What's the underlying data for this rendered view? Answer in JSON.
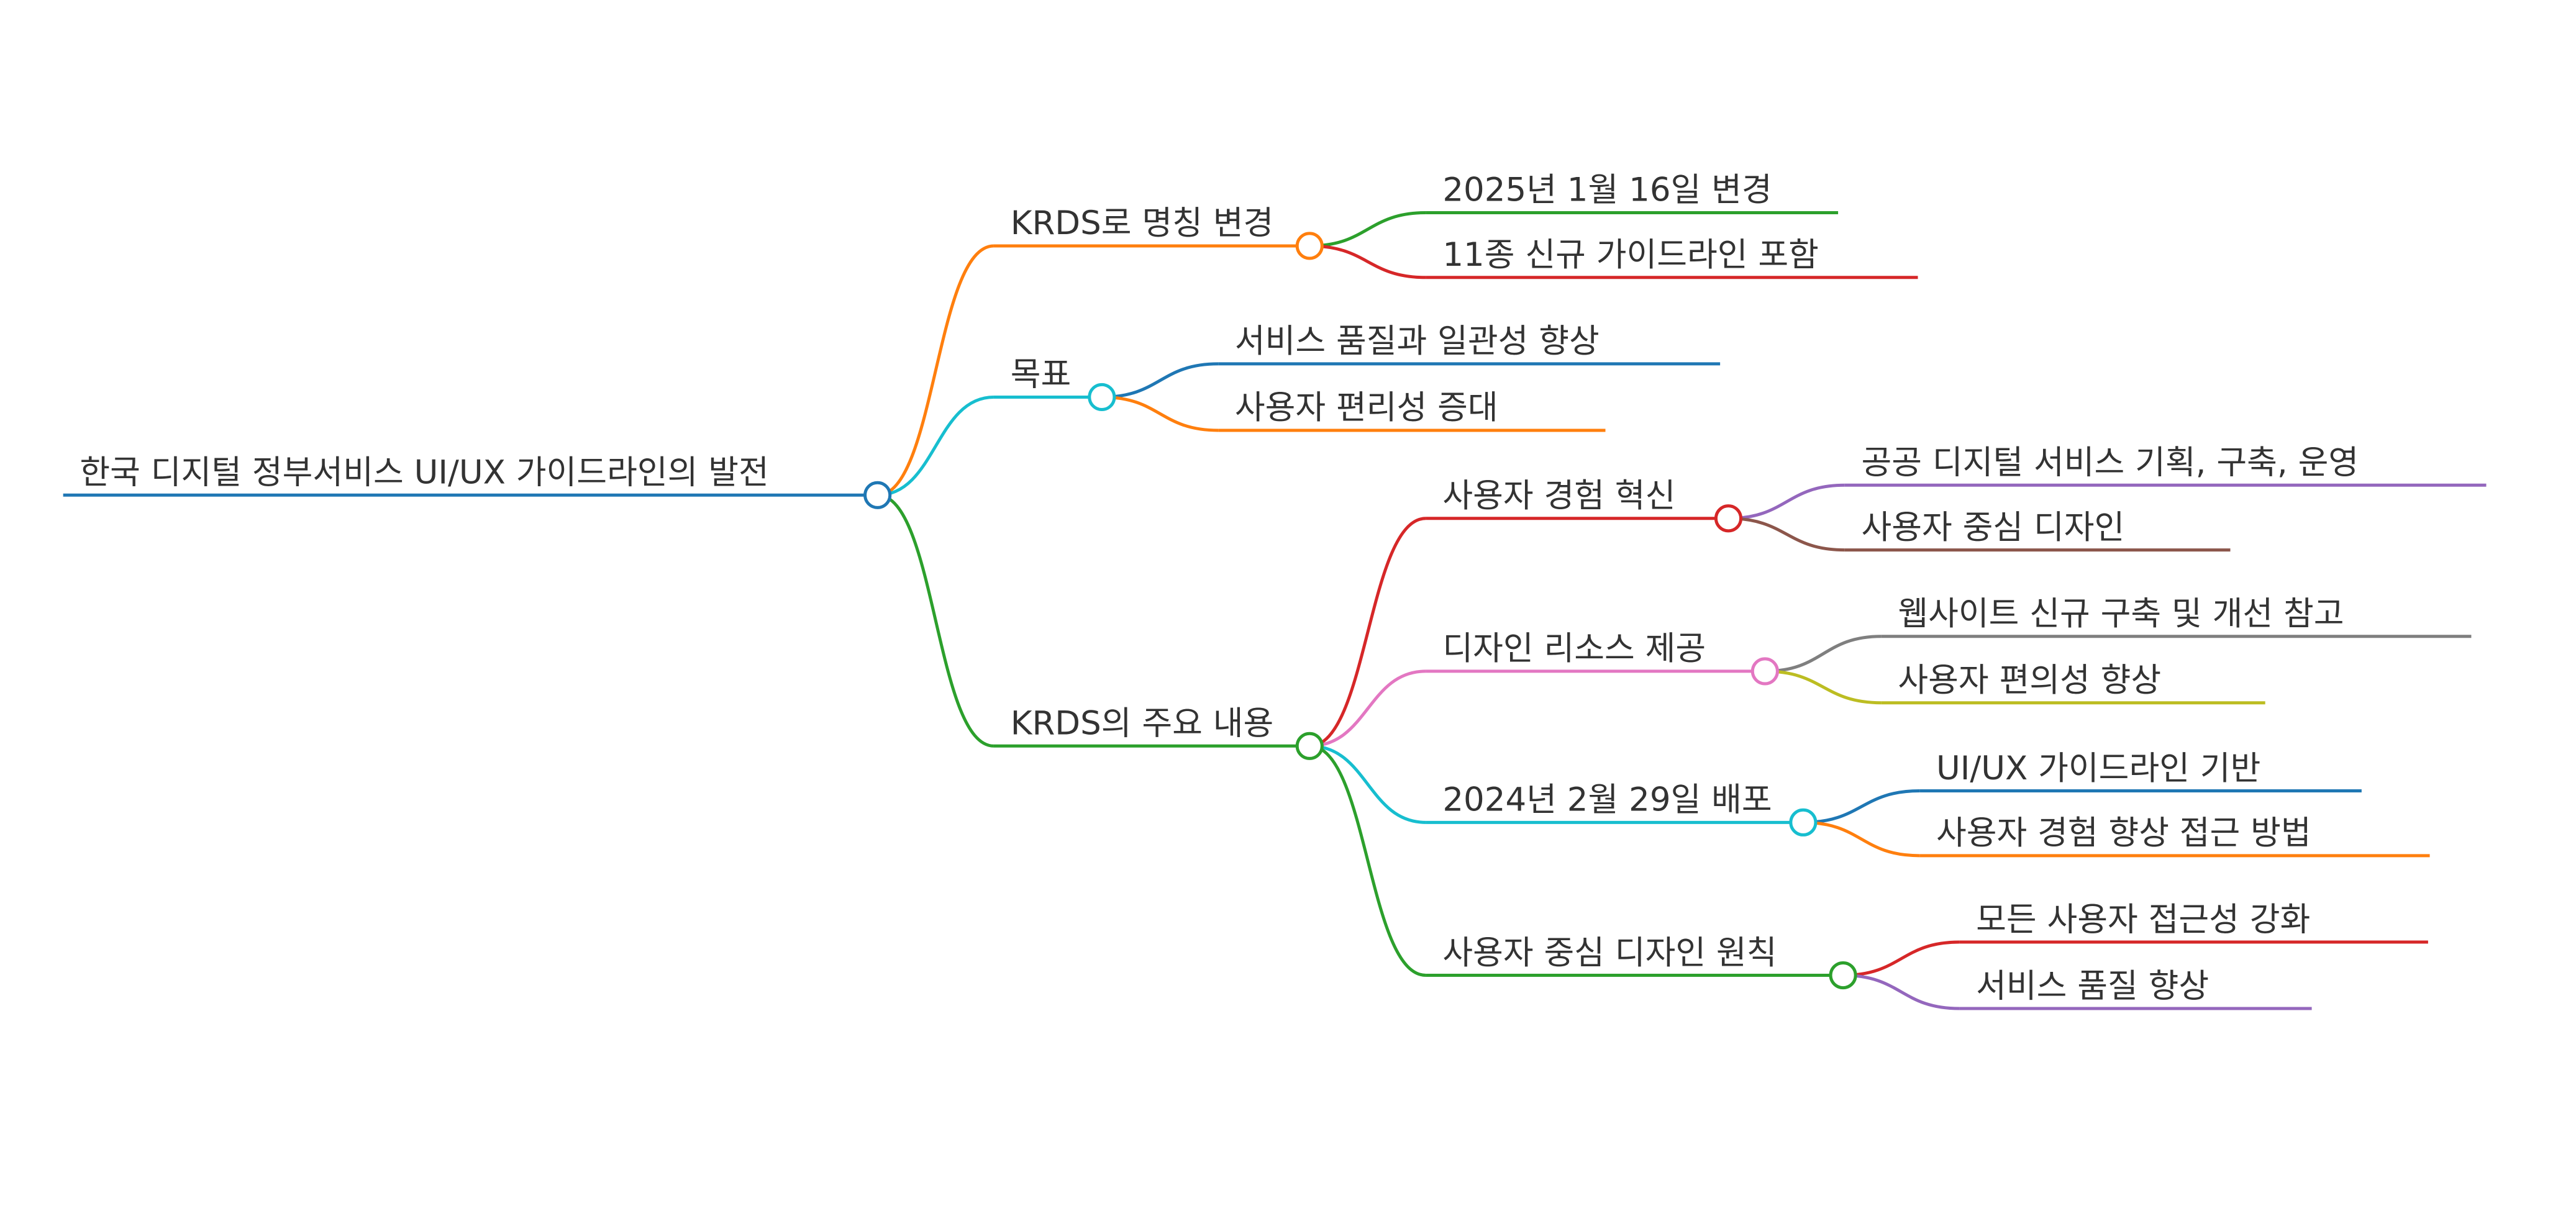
{
  "root": {
    "label": "한국 디지털 정부서비스 UI/UX 가이드라인의 발전",
    "color": "#1f77b4",
    "children": [
      {
        "label": "KRDS로 명칭 변경",
        "color": "#ff7f0e",
        "children": [
          {
            "label": "2025년 1월 16일 변경",
            "color": "#2ca02c"
          },
          {
            "label": "11종 신규 가이드라인 포함",
            "color": "#d62728"
          }
        ]
      },
      {
        "label": "목표",
        "color": "#17becf",
        "children": [
          {
            "label": "서비스 품질과 일관성 향상",
            "color": "#1f77b4"
          },
          {
            "label": "사용자 편리성 증대",
            "color": "#ff7f0e"
          }
        ]
      },
      {
        "label": "KRDS의 주요 내용",
        "color": "#2ca02c",
        "children": [
          {
            "label": "사용자 경험 혁신",
            "color": "#d62728",
            "children": [
              {
                "label": "공공 디지털 서비스 기획, 구축, 운영",
                "color": "#9467bd"
              },
              {
                "label": "사용자 중심 디자인",
                "color": "#8c564b"
              }
            ]
          },
          {
            "label": "디자인 리소스 제공",
            "color": "#e377c2",
            "children": [
              {
                "label": "웹사이트 신규 구축 및 개선 참고",
                "color": "#7f7f7f"
              },
              {
                "label": "사용자 편의성 향상",
                "color": "#bcbd22"
              }
            ]
          },
          {
            "label": "2024년 2월 29일 배포",
            "color": "#17becf",
            "children": [
              {
                "label": "UI/UX 가이드라인 기반",
                "color": "#1f77b4"
              },
              {
                "label": "사용자 경험 향상 접근 방법",
                "color": "#ff7f0e"
              }
            ]
          },
          {
            "label": "사용자 중심 디자인 원칙",
            "color": "#2ca02c",
            "children": [
              {
                "label": "모든 사용자 접근성 강화",
                "color": "#d62728"
              },
              {
                "label": "서비스 품질 향상",
                "color": "#9467bd"
              }
            ]
          }
        ]
      }
    ]
  }
}
